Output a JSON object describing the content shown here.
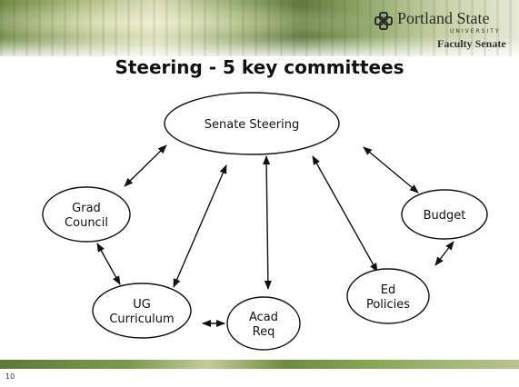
{
  "header": {
    "logo_name": "Portland State",
    "logo_sub": "UNIVERSITY",
    "logo_tag": "Faculty Senate"
  },
  "slide": {
    "title": "Steering - 5 key committees",
    "number": "10"
  },
  "diagram": {
    "nodes": [
      {
        "id": "senate-steering",
        "lines": [
          "Senate Steering"
        ]
      },
      {
        "id": "grad-council",
        "lines": [
          "Grad",
          "Council"
        ]
      },
      {
        "id": "budget",
        "lines": [
          "Budget"
        ]
      },
      {
        "id": "ug-curriculum",
        "lines": [
          "UG",
          "Curriculum"
        ]
      },
      {
        "id": "acad-req",
        "lines": [
          "Acad",
          "Req"
        ]
      },
      {
        "id": "ed-policies",
        "lines": [
          "Ed",
          "Policies"
        ]
      }
    ],
    "edges": [
      [
        "senate-steering",
        "grad-council"
      ],
      [
        "senate-steering",
        "ug-curriculum"
      ],
      [
        "senate-steering",
        "acad-req"
      ],
      [
        "senate-steering",
        "ed-policies"
      ],
      [
        "senate-steering",
        "budget"
      ],
      [
        "grad-council",
        "ug-curriculum"
      ],
      [
        "ug-curriculum",
        "acad-req"
      ],
      [
        "budget",
        "ed-policies"
      ]
    ]
  }
}
